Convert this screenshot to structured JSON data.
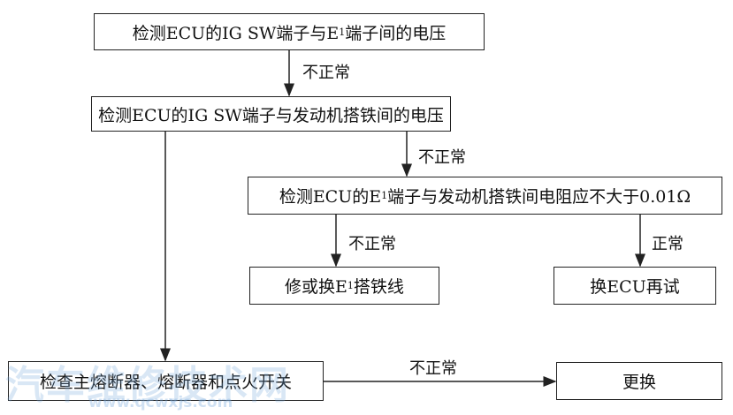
{
  "boxes": {
    "b1": {
      "text": "检测ECU的IG  SW端子与E",
      "sub": "1",
      "tail": "端子间的电压"
    },
    "b2": {
      "text": "检测ECU的IG SW端子与发动机搭铁间的电压"
    },
    "b3": {
      "text": "检测ECU的E",
      "sub": "1",
      "tail": "端子与发动机搭铁间电阻应不大于0.01Ω"
    },
    "b4": {
      "text": "修或换E",
      "sub": "1",
      "tail": "搭铁线"
    },
    "b5": {
      "text": "换ECU再试"
    },
    "b6": {
      "text": "检查主熔断器、熔断器和点火开关"
    },
    "b7": {
      "text": "更换"
    }
  },
  "labels": {
    "l1": "不正常",
    "l2": "不正常",
    "l3": "不正常",
    "l4": "正常",
    "l5": "不正常"
  },
  "watermark": {
    "main": "汽车维修技术网",
    "url": "www.qcwxjs.com"
  },
  "colors": {
    "line": "#222222",
    "watermark": "#78aadc"
  }
}
